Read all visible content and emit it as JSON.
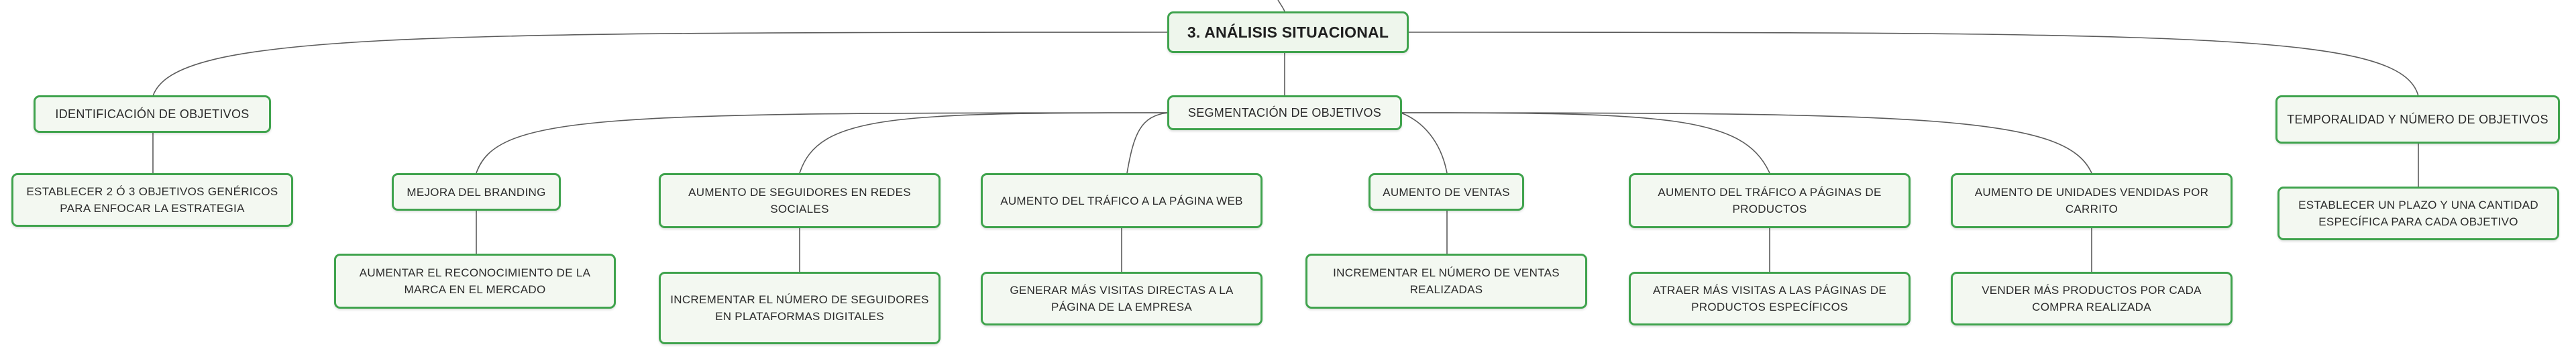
{
  "root": {
    "label": "3. ANÁLISIS SITUACIONAL"
  },
  "branches": {
    "identificacion": {
      "label": "IDENTIFICACIÓN DE OBJETIVOS",
      "child": "ESTABLECER 2 Ó 3 OBJETIVOS GENÉRICOS PARA ENFOCAR LA ESTRATEGIA"
    },
    "segmentacion": {
      "label": "SEGMENTACIÓN DE OBJETIVOS",
      "items": [
        {
          "label": "MEJORA DEL BRANDING",
          "child": "AUMENTAR EL RECONOCIMIENTO DE LA MARCA EN EL MERCADO"
        },
        {
          "label": "AUMENTO DE SEGUIDORES EN REDES SOCIALES",
          "child": "INCREMENTAR EL NÚMERO DE SEGUIDORES EN PLATAFORMAS DIGITALES"
        },
        {
          "label": "AUMENTO DEL TRÁFICO A LA PÁGINA WEB",
          "child": "GENERAR MÁS VISITAS DIRECTAS A LA PÁGINA DE LA EMPRESA"
        },
        {
          "label": "AUMENTO DE VENTAS",
          "child": "INCREMENTAR EL NÚMERO DE VENTAS REALIZADAS"
        },
        {
          "label": "AUMENTO DEL TRÁFICO A PÁGINAS DE PRODUCTOS",
          "child": "ATRAER MÁS VISITAS A LAS PÁGINAS DE PRODUCTOS ESPECÍFICOS"
        },
        {
          "label": "AUMENTO DE UNIDADES VENDIDAS POR CARRITO",
          "child": "VENDER MÁS PRODUCTOS POR CADA COMPRA REALIZADA"
        }
      ]
    },
    "temporalidad": {
      "label": "TEMPORALIDAD Y NÚMERO DE OBJETIVOS",
      "child": "ESTABLECER UN PLAZO Y UNA CANTIDAD ESPECÍFICA PARA CADA OBJETIVO"
    }
  },
  "colors": {
    "node_border": "#3fa34d",
    "node_fill": "#f3f8f1",
    "edge": "#5c5c5c"
  }
}
